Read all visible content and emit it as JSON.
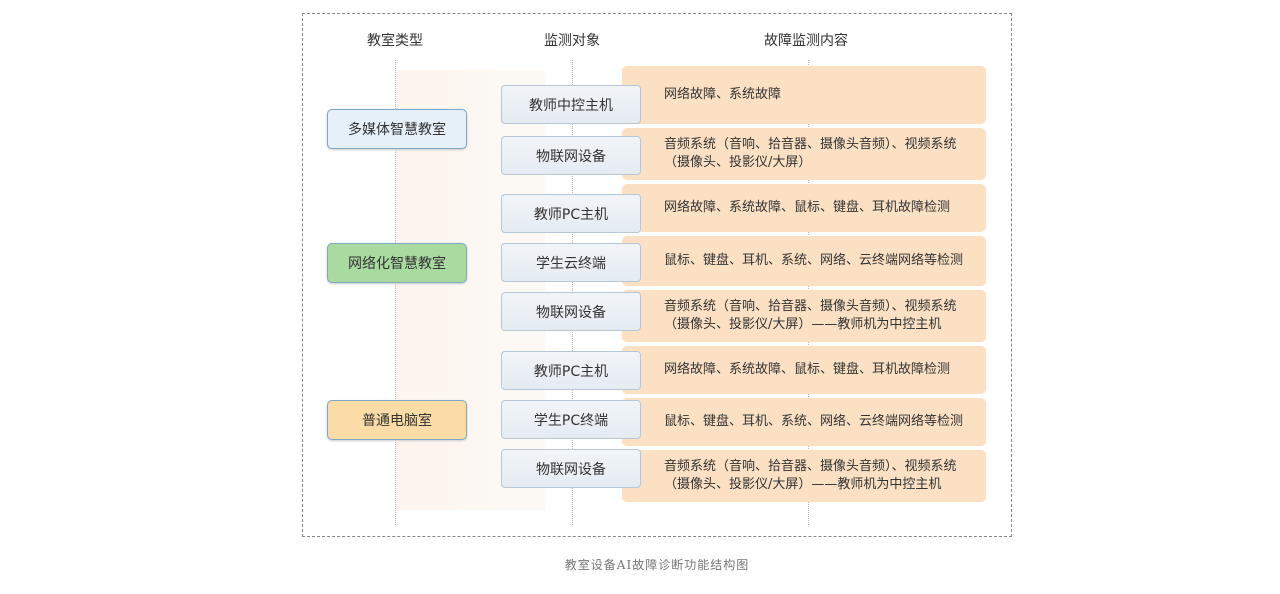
{
  "headers": {
    "type": "教室类型",
    "object": "监测对象",
    "content": "故障监测内容"
  },
  "classrooms": [
    {
      "label": "多媒体智慧教室",
      "color": "#e6f0f8"
    },
    {
      "label": "网络化智慧教室",
      "color": "#a9dba0"
    },
    {
      "label": "普通电脑室",
      "color": "#fbdca6"
    }
  ],
  "rows": [
    {
      "object": "教师中控主机",
      "content": "网络故障、系统故障"
    },
    {
      "object": "物联网设备",
      "content": "音频系统（音响、拾音器、摄像头音频）、视频系统（摄像头、投影仪/大屏）"
    },
    {
      "object": "教师PC主机",
      "content": "网络故障、系统故障、鼠标、键盘、耳机故障检测"
    },
    {
      "object": "学生云终端",
      "content": "鼠标、键盘、耳机、系统、网络、云终端网络等检测"
    },
    {
      "object": "物联网设备",
      "content": "音频系统（音响、拾音器、摄像头音频）、视频系统（摄像头、投影仪/大屏）——教师机为中控主机"
    },
    {
      "object": "教师PC主机",
      "content": "网络故障、系统故障、鼠标、键盘、耳机故障检测"
    },
    {
      "object": "学生PC终端",
      "content": "鼠标、键盘、耳机、系统、网络、云终端网络等检测"
    },
    {
      "object": "物联网设备",
      "content": "音频系统（音响、拾音器、摄像头音频）、视频系统（摄像头、投影仪/大屏）——教师机为中控主机"
    }
  ],
  "caption": "教室设备AI故障诊断功能结构图"
}
